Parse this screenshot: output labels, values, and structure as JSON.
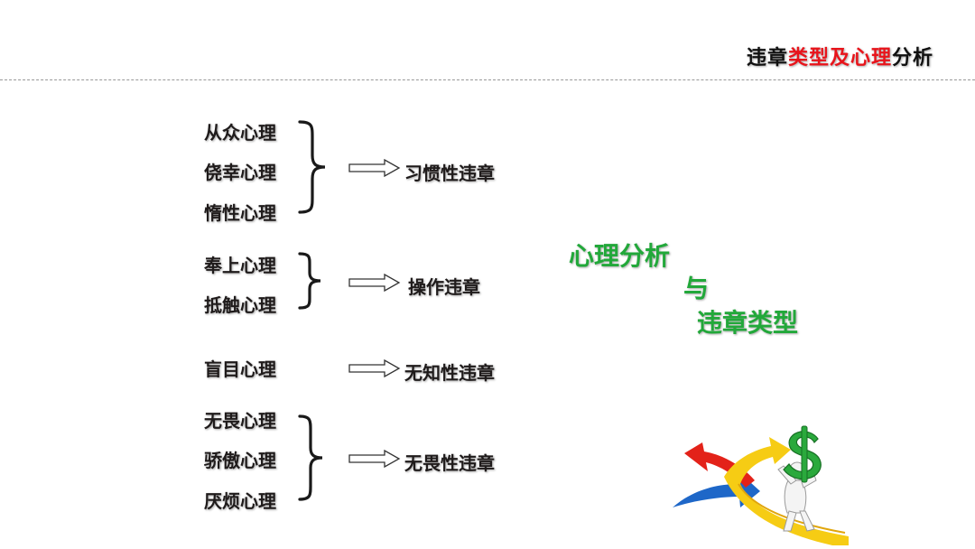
{
  "header": {
    "title_part1": "违章",
    "title_part2": "类型及心理",
    "title_part3": "分析"
  },
  "groups": [
    {
      "causes": [
        "从众心理",
        "侥幸心理",
        "惰性心理"
      ],
      "result": "习惯性违章"
    },
    {
      "causes": [
        "奉上心理",
        "抵触心理"
      ],
      "result": "操作违章"
    },
    {
      "causes": [
        "盲目心理"
      ],
      "result": "无知性违章"
    },
    {
      "causes": [
        "无畏心理",
        "骄傲心理",
        "厌烦心理"
      ],
      "result": "无畏性违章"
    }
  ],
  "side": {
    "line1": "心理分析",
    "line2": "与",
    "line3": "违章类型"
  },
  "colors": {
    "accent_red": "#e8141b",
    "accent_green": "#22a83a",
    "text_dark": "#1f1b1b"
  },
  "illustration": {
    "icon": "person-carrying-dollar-sign-on-arrows"
  }
}
